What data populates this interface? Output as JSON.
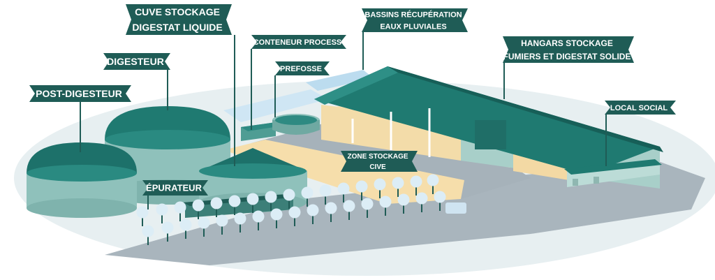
{
  "labels": {
    "cuve_line1": "CUVE STOCKAGE",
    "cuve_line2": "DIGESTAT LIQUIDE",
    "digesteur": "DIGESTEUR",
    "post_digesteur": "POST-DIGESTEUR",
    "conteneur_process": "CONTENEUR PROCESS",
    "prefosse": "PREFOSSE",
    "bassins_line1": "BASSINS RÉCUPÉRATION",
    "bassins_line2": "EAUX PLUVIALES",
    "hangars_line1": "HANGARS STOCKAGE",
    "hangars_line2": "FUMIERS ET DIGESTAT SOLIDE",
    "local_social": "LOCAL SOCIAL",
    "zone_line1": "ZONE STOCKAGE",
    "zone_line2": "CIVE",
    "epurateur": "ÉPURATEUR"
  },
  "colors": {
    "tag": "#1f5c56",
    "teal_dark": "#1d6e68",
    "teal_mid": "#2e8a82",
    "tank_wall": "#8fc1bb",
    "tank_wall_dark": "#6fa9a2",
    "ground": "#e6eef0",
    "asphalt": "#a7b3bb",
    "sand": "#f6dfae",
    "tree": "#d9ecf5"
  }
}
